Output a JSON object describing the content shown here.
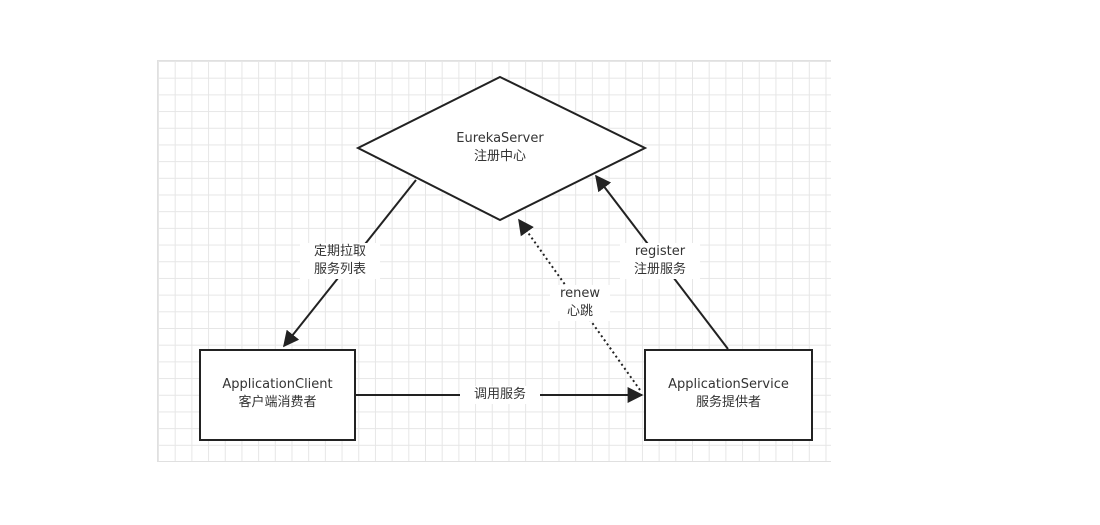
{
  "nodes": {
    "server": {
      "title": "EurekaServer",
      "subtitle": "注册中心"
    },
    "client": {
      "title": "ApplicationClient",
      "subtitle": "客户端消费者"
    },
    "service": {
      "title": "ApplicationService",
      "subtitle": "服务提供者"
    }
  },
  "edges": {
    "fetch": {
      "line1": "定期拉取",
      "line2": "服务列表"
    },
    "register": {
      "line1": "register",
      "line2": "注册服务"
    },
    "renew": {
      "line1": "renew",
      "line2": "心跳"
    },
    "invoke": {
      "line1": "调用服务"
    }
  }
}
